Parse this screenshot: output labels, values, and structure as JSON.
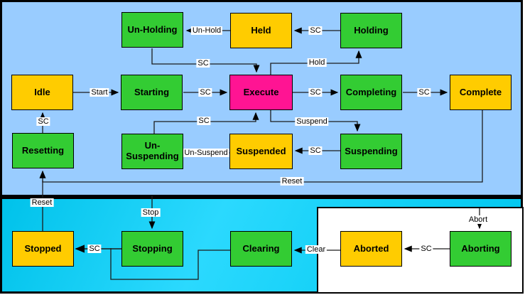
{
  "diagram": {
    "type": "state-machine",
    "regions": {
      "running": {
        "background": "#99ccff"
      },
      "stopped": {
        "background": "#00ccf5"
      },
      "aborted": {
        "background": "#ffffff"
      }
    },
    "state_colors": {
      "acting": "#33cc33",
      "waiting": "#ffcc00",
      "execute": "#ff1493"
    },
    "states": {
      "un_holding": {
        "label": "Un-Holding"
      },
      "held": {
        "label": "Held"
      },
      "holding": {
        "label": "Holding"
      },
      "idle": {
        "label": "Idle"
      },
      "starting": {
        "label": "Starting"
      },
      "execute": {
        "label": "Execute"
      },
      "completing": {
        "label": "Completing"
      },
      "complete": {
        "label": "Complete"
      },
      "resetting": {
        "label": "Resetting"
      },
      "un_suspending": {
        "label": "Un-Suspending"
      },
      "suspended": {
        "label": "Suspended"
      },
      "suspending": {
        "label": "Suspending"
      },
      "stopped": {
        "label": "Stopped"
      },
      "stopping": {
        "label": "Stopping"
      },
      "clearing": {
        "label": "Clearing"
      },
      "aborted": {
        "label": "Aborted"
      },
      "aborting": {
        "label": "Aborting"
      }
    },
    "transitions": {
      "un_hold": {
        "label": "Un-Hold"
      },
      "sc_holding_held": {
        "label": "SC"
      },
      "sc_unholding_execute": {
        "label": "SC"
      },
      "hold": {
        "label": "Hold"
      },
      "start": {
        "label": "Start"
      },
      "sc_starting_execute": {
        "label": "SC"
      },
      "sc_execute_completing": {
        "label": "SC"
      },
      "sc_completing_complete": {
        "label": "SC"
      },
      "sc_resetting_idle": {
        "label": "SC"
      },
      "sc_unsuspending_execute": {
        "label": "SC"
      },
      "suspend": {
        "label": "Suspend"
      },
      "un_suspend": {
        "label": "Un-Suspend"
      },
      "sc_suspending_suspended": {
        "label": "SC"
      },
      "reset_complete": {
        "label": "Reset"
      },
      "reset_stopped": {
        "label": "Reset"
      },
      "stop": {
        "label": "Stop"
      },
      "sc_stopping_stopped": {
        "label": "SC"
      },
      "clear": {
        "label": "Clear"
      },
      "sc_aborting_aborted": {
        "label": "SC"
      },
      "abort": {
        "label": "Abort"
      }
    }
  }
}
